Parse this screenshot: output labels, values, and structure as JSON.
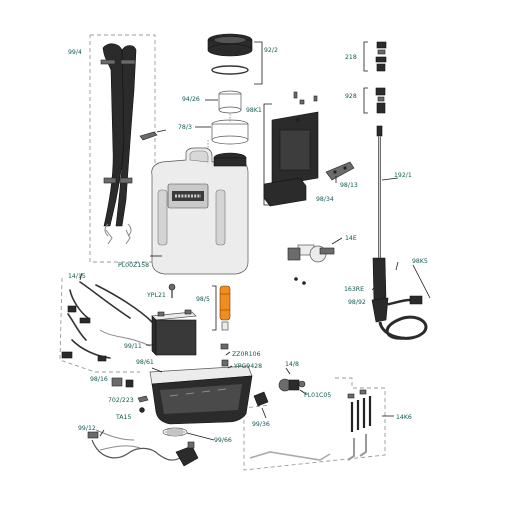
{
  "labels": {
    "p99_4": "99/4",
    "p92_2": "92/2",
    "p218": "218",
    "p928": "928",
    "p94_26": "94/26",
    "p98k1": "98K1",
    "p78_3": "78/3",
    "p98_13": "98/13",
    "p98_34": "98/34",
    "p192_1": "192/1",
    "p14e": "14E",
    "pl00z158": "PL00Z158",
    "p98k5": "98K5",
    "p14_15": "14/15",
    "ypl21": "YPL21",
    "p163re": "163RE",
    "p98_92": "98/92",
    "p98_5": "98/5",
    "p99_11": "99/11",
    "zz0r106": "ZZ0R106",
    "p98_61": "98/61",
    "ypg9428": "YPG9428",
    "p14_8": "14/8",
    "p98_16": "98/16",
    "p702_223": "702/223",
    "pl01c05": "PL01C05",
    "ta15": "TA15",
    "p14k6": "14K6",
    "p99_36": "99/36",
    "p99_12": "99/12",
    "p99_66": "99/66"
  },
  "colors": {
    "label": "#0e5c52",
    "orange": "#f28c1c",
    "outline": "#1b1b1b"
  }
}
